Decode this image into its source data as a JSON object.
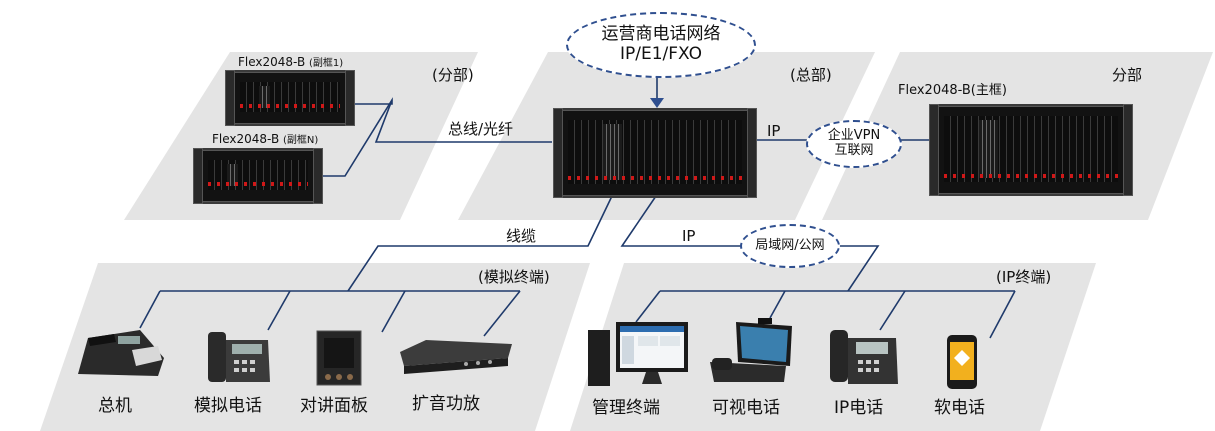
{
  "network": {
    "carrier_line1": "运营商电话网络",
    "carrier_line2": "IP/E1/FXO",
    "vpn_line1": "企业VPN",
    "vpn_line2": "互联网",
    "lan": "局域网/公网"
  },
  "zones": {
    "branch_left": "(分部)",
    "hq": "(总部)",
    "branch_right": "分部",
    "analog": "(模拟终端)",
    "ip": "(IP终端)"
  },
  "devices": {
    "sub1": "Flex2048-B",
    "sub1_tag": "(副框1)",
    "subN": "Flex2048-B",
    "subN_tag": "(副框N)",
    "main": "Flex2048-B(主框)"
  },
  "links": {
    "bus_fiber": "总线/光纤",
    "ip_vpn": "IP",
    "cable": "线缆",
    "ip_lan": "IP"
  },
  "terminals": {
    "switchboard": "总机",
    "analog_phone": "模拟电话",
    "intercom": "对讲面板",
    "pa": "扩音功放",
    "mgmt": "管理终端",
    "video_phone": "可视电话",
    "ip_phone": "IP电话",
    "softphone": "软电话"
  },
  "colors": {
    "zone_fill": "#e4e4e4",
    "line": "#1f3a6b",
    "cloud_border": "#2f4f8f"
  }
}
